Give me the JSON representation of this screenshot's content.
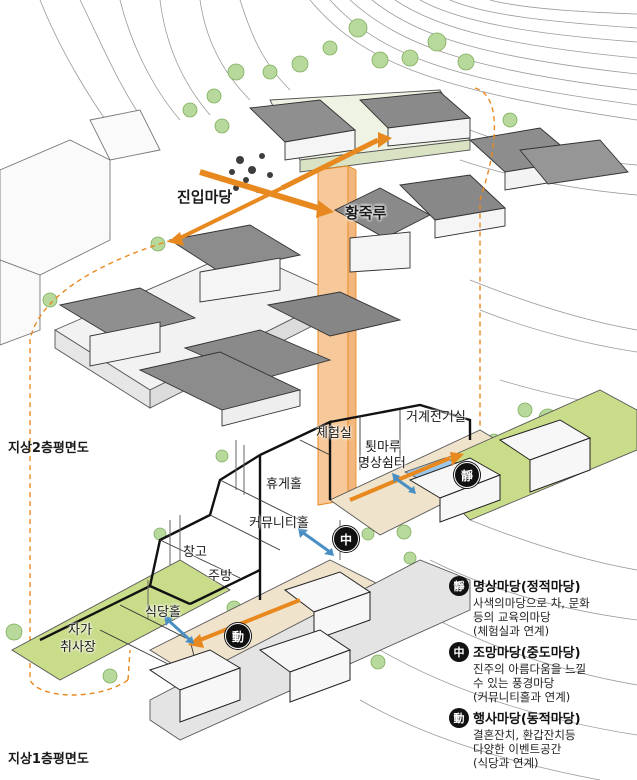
{
  "upper_labels": {
    "entry_yard": "진입마당",
    "pavilion": "황죽루"
  },
  "floor_labels": {
    "upper_floor": "지상2층평면도",
    "lower_floor": "지상1층평면도"
  },
  "room_labels": {
    "electrical": "거계전기실",
    "experience": "체험실",
    "toenmaru": "툇마루",
    "meditation": "명상쉼터",
    "lounge": "휴게홀",
    "community": "커뮤니티홀",
    "storage": "창고",
    "kitchen": "주방",
    "dining": "식당홀",
    "own_lodging_top": "자가",
    "own_lodging_bottom": "취사장"
  },
  "map_badges": {
    "quiet": "靜",
    "middle": "中",
    "active": "動"
  },
  "legend": [
    {
      "badge": "靜",
      "title": "명상마당(정적마당)",
      "desc": [
        "사색의마당으로 차, 문화",
        "등의 교육의마당",
        "(체험실과 연계)"
      ]
    },
    {
      "badge": "中",
      "title": "조망마당(중도마당)",
      "desc": [
        "진주의 아름다움을 느낄",
        "수 있는 풍경마당",
        "(커뮤니티홀과 연계)"
      ]
    },
    {
      "badge": "動",
      "title": "행사마당(동적마당)",
      "desc": [
        "결혼잔치, 환갑잔치등",
        "다양한 이벤트공간",
        "(식당과 연계)"
      ]
    }
  ],
  "colors": {
    "arrow_orange": "#e8891f",
    "core_fill": "#f7c99a",
    "arrow_blue": "#4a8fc4",
    "tree_green": "#a9d18e",
    "yard_green": "#c9dc8a",
    "terrace_beige": "#efe3cc",
    "water": "#9cc7e8",
    "roof_gray": "#8c8c8c"
  }
}
